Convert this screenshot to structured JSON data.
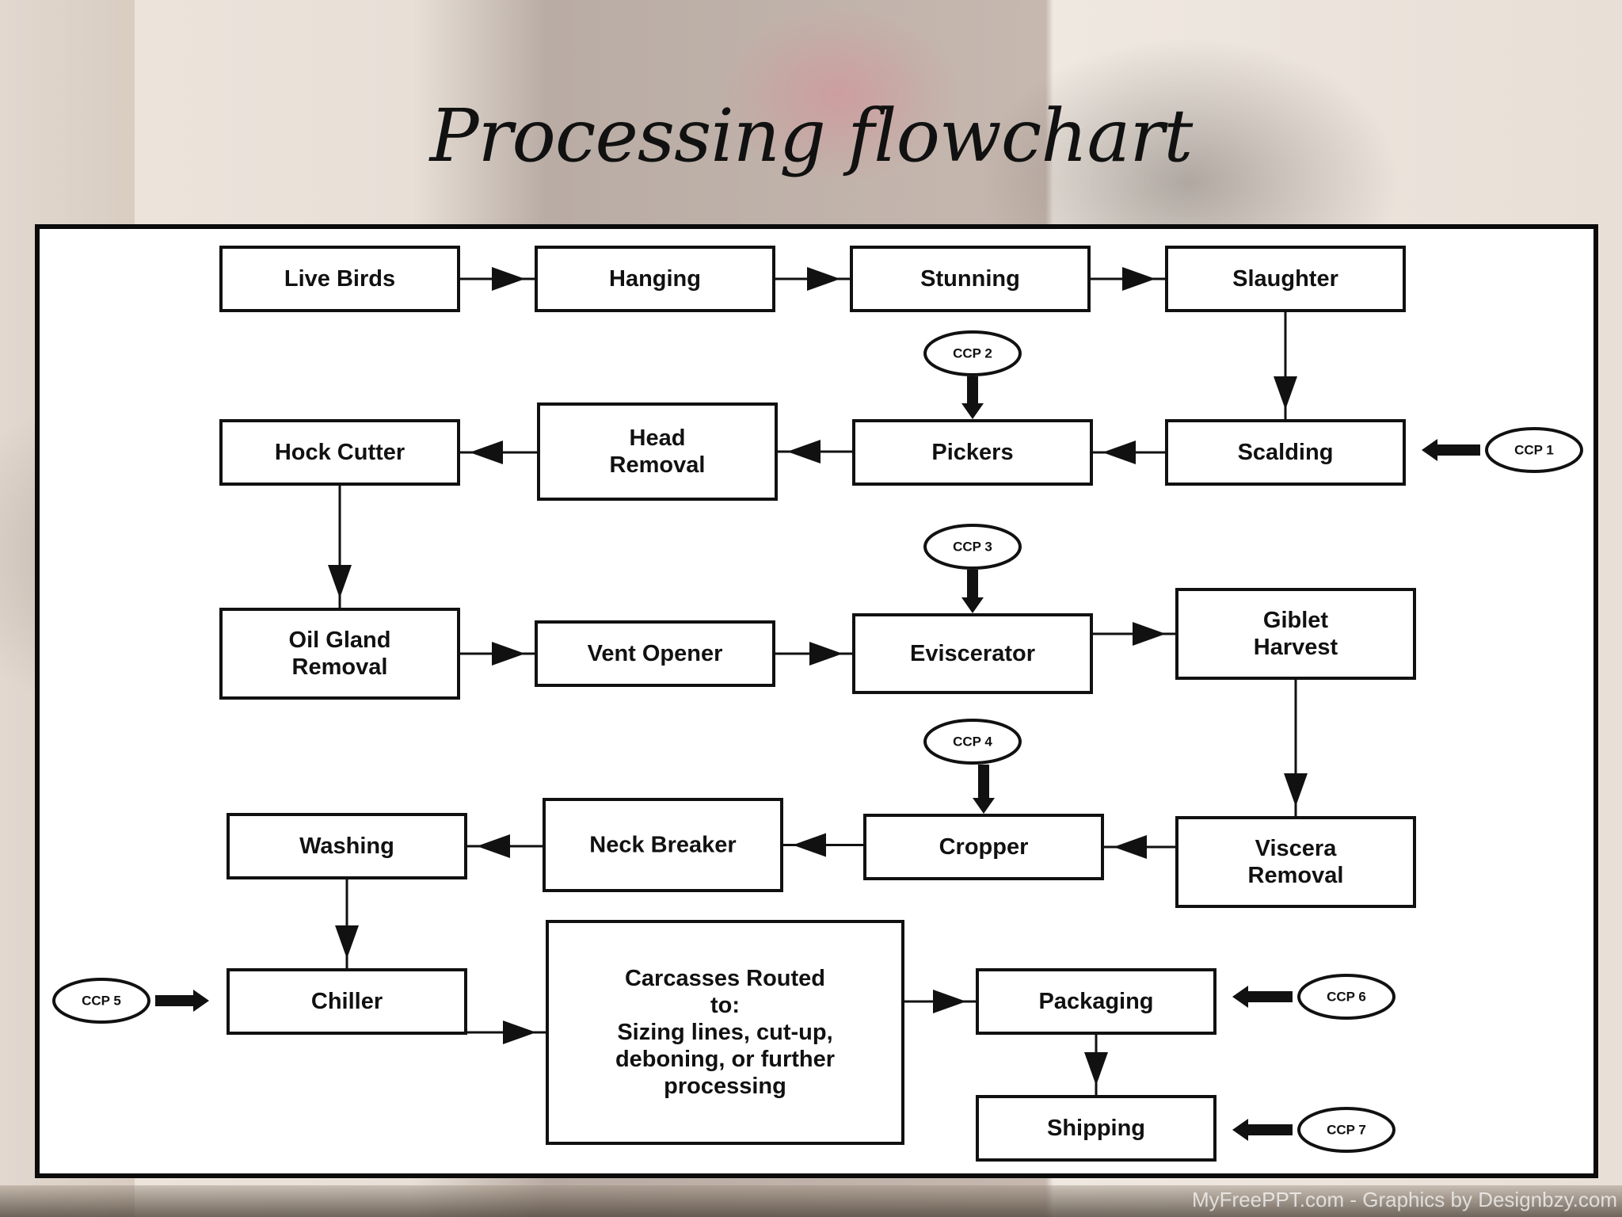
{
  "slide": {
    "title": "Processing flowchart",
    "footer": "MyFreePPT.com - Graphics by Designbzy.com"
  },
  "diagram": {
    "nodes": {
      "live_birds": [
        "Live Birds"
      ],
      "hanging": [
        "Hanging"
      ],
      "stunning": [
        "Stunning"
      ],
      "slaughter": [
        "Slaughter"
      ],
      "scalding": [
        "Scalding"
      ],
      "pickers": [
        "Pickers"
      ],
      "head_removal": [
        "Head",
        "Removal"
      ],
      "hock_cutter": [
        "Hock Cutter"
      ],
      "oil_gland_removal": [
        "Oil Gland",
        "Removal"
      ],
      "vent_opener": [
        "Vent Opener"
      ],
      "eviscerator": [
        "Eviscerator"
      ],
      "giblet_harvest": [
        "Giblet",
        "Harvest"
      ],
      "viscera_removal": [
        "Viscera",
        "Removal"
      ],
      "cropper": [
        "Cropper"
      ],
      "neck_breaker": [
        "Neck Breaker"
      ],
      "washing": [
        "Washing"
      ],
      "chiller": [
        "Chiller"
      ],
      "carcasses_routed": [
        "Carcasses Routed",
        "to:",
        "Sizing lines, cut-up,",
        "deboning, or further",
        "processing"
      ],
      "packaging": [
        "Packaging"
      ],
      "shipping": [
        "Shipping"
      ]
    },
    "ccps": {
      "ccp1": "CCP 1",
      "ccp2": "CCP 2",
      "ccp3": "CCP 3",
      "ccp4": "CCP 4",
      "ccp5": "CCP 5",
      "ccp6": "CCP 6",
      "ccp7": "CCP 7"
    },
    "flow": [
      [
        "live_birds",
        "hanging"
      ],
      [
        "hanging",
        "stunning"
      ],
      [
        "stunning",
        "slaughter"
      ],
      [
        "slaughter",
        "scalding"
      ],
      [
        "scalding",
        "pickers"
      ],
      [
        "pickers",
        "head_removal"
      ],
      [
        "head_removal",
        "hock_cutter"
      ],
      [
        "hock_cutter",
        "oil_gland_removal"
      ],
      [
        "oil_gland_removal",
        "vent_opener"
      ],
      [
        "vent_opener",
        "eviscerator"
      ],
      [
        "eviscerator",
        "giblet_harvest"
      ],
      [
        "giblet_harvest",
        "viscera_removal"
      ],
      [
        "viscera_removal",
        "cropper"
      ],
      [
        "cropper",
        "neck_breaker"
      ],
      [
        "neck_breaker",
        "washing"
      ],
      [
        "washing",
        "chiller"
      ],
      [
        "chiller",
        "carcasses_routed"
      ],
      [
        "carcasses_routed",
        "packaging"
      ],
      [
        "packaging",
        "shipping"
      ]
    ],
    "ccp_links": [
      [
        "ccp1",
        "scalding"
      ],
      [
        "ccp2",
        "pickers"
      ],
      [
        "ccp3",
        "eviscerator"
      ],
      [
        "ccp4",
        "cropper"
      ],
      [
        "ccp5",
        "chiller"
      ],
      [
        "ccp6",
        "packaging"
      ],
      [
        "ccp7",
        "shipping"
      ]
    ]
  }
}
